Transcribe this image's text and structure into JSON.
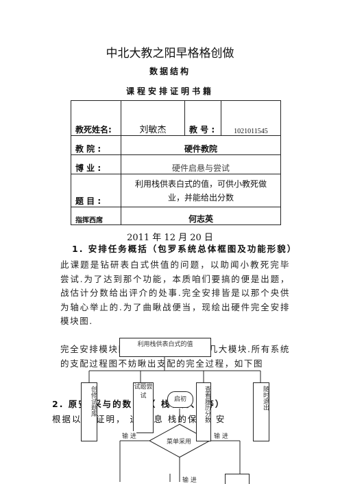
{
  "header": {
    "title": "中北大教之阳早格格创做",
    "subtitle": "数据结构",
    "doc_title": "课程安排证明书籍"
  },
  "info_table": {
    "rows": [
      {
        "label": "教死姓名:",
        "value": "刘敏杰",
        "label2": "教 号 :",
        "value2": "1021011545"
      },
      {
        "label": "教 院 :",
        "value": "硬件教院"
      },
      {
        "label": "博 业 :",
        "value": "硬件启悬与尝试"
      },
      {
        "label": "题 目 :",
        "value": "利用栈供表白式的值，可供小教死做业，并能给出分数"
      },
      {
        "label": "指挥西席",
        "value": "何志英"
      }
    ]
  },
  "date": "2011 年 12 月 20 日",
  "section1": {
    "heading": "1. 安排任务概括（包罗系统总体框图及功能形貌）",
    "para": "此课题是钻研表白式供值的问题，以助闻小教死完毕尝试.为了达到那个功能，本质咱们要搞的便是出题，战估计分数给出评介的处事.完全安排皆是以那个央供为轴心举止的.为了曲瞅战便当，现绘出硬件完全安排模块图.",
    "para2_left": "完全安排模块图",
    "para2_right": "几大模块.所有系统",
    "para2_line2": "的支配过程图不妨瞅出支配的完全过程，如下图"
  },
  "section2": {
    "heading": "2. 原安 采与的数 构（ 栈、树、 等）",
    "line": "根据以 能证明， 运算 息 栈的保 ， 安"
  },
  "flowchart": {
    "top_box": "利用栈供表白式的值",
    "col1": "创修试题库",
    "col2": "试题尝试",
    "start": "启初",
    "col3": "查看履历分数",
    "col4": "随时退出",
    "input_left": "输 进",
    "input_right": "输 进",
    "menu": "菜单采用",
    "bottom": "输 进"
  }
}
